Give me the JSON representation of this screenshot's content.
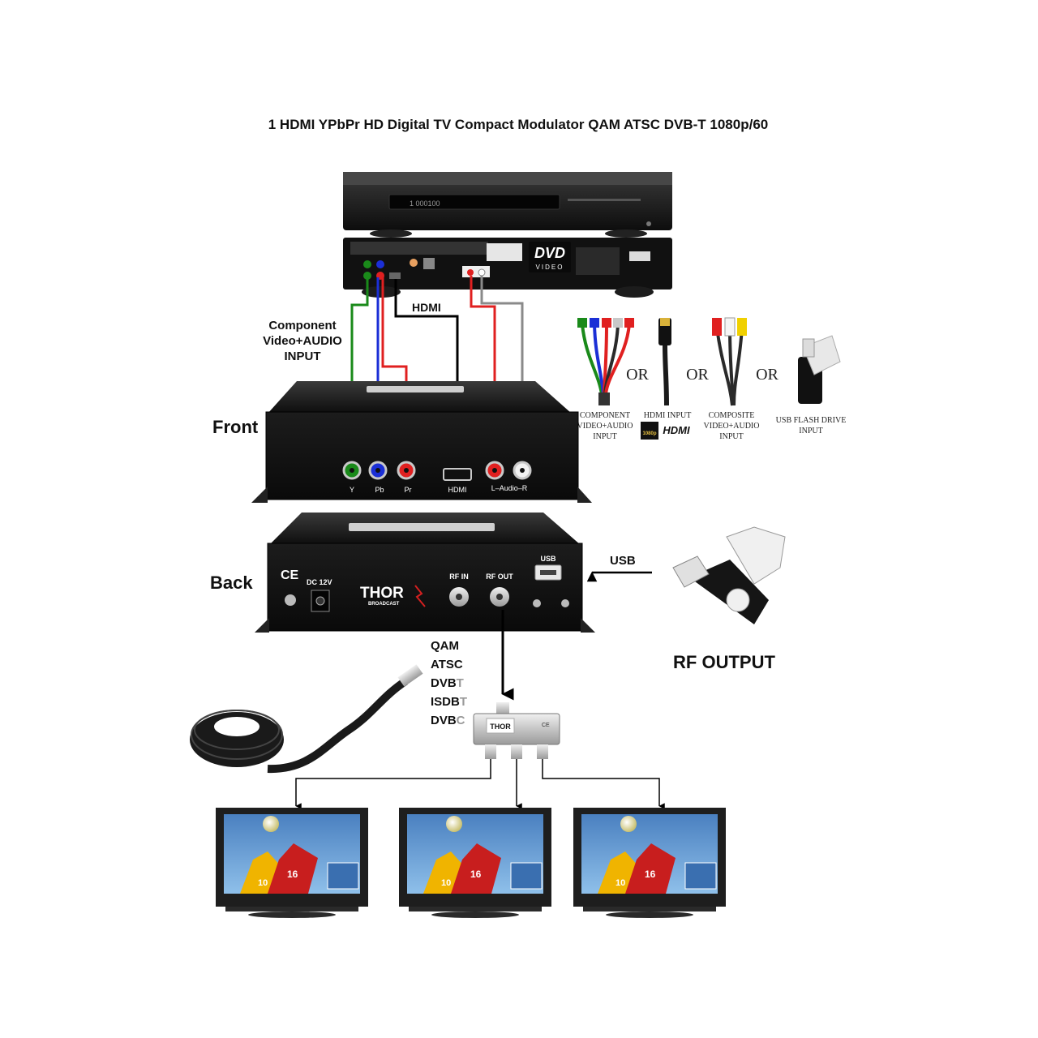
{
  "title": "1 HDMI YPbPr HD Digital TV Compact Modulator QAM ATSC DVB-T 1080p/60",
  "labels": {
    "hdmi_cable": "HDMI",
    "component_line1": "Component",
    "component_line2": "Video+AUDIO",
    "component_line3": "INPUT",
    "front": "Front",
    "back": "Back",
    "usb_arrow": "USB",
    "rf_output": "RF OUTPUT"
  },
  "dvd_player": {
    "display": "1 000100",
    "logo_line1": "DVD",
    "logo_line2": "VIDEO"
  },
  "input_options": [
    {
      "caption_lines": [
        "COMPONENT",
        "VIDEO+AUDIO",
        "INPUT"
      ]
    },
    {
      "caption_lines": [
        "HDMI INPUT"
      ],
      "logo": "HDMI",
      "badge": "1080p"
    },
    {
      "caption_lines": [
        "COMPOSITE",
        "VIDEO+AUDIO",
        "INPUT"
      ]
    },
    {
      "caption_lines": [
        "USB FLASH DRIVE",
        "INPUT"
      ]
    }
  ],
  "or_label": "OR",
  "front_panel": {
    "ports": [
      "Y",
      "Pb",
      "Pr",
      "HDMI",
      "L–Audio–R"
    ]
  },
  "back_panel": {
    "ce": "CE",
    "dc": "DC 12V",
    "brand": "THOR",
    "brand_sub": "BROADCAST",
    "rf_in": "RF IN",
    "rf_out": "RF OUT",
    "usb": "USB"
  },
  "standards": [
    {
      "main": "QAM",
      "tail": ""
    },
    {
      "main": "ATSC",
      "tail": ""
    },
    {
      "main": "DVB",
      "tail": "T"
    },
    {
      "main": "ISDB",
      "tail": "T"
    },
    {
      "main": "DVB",
      "tail": "C"
    }
  ],
  "splitter": {
    "brand": "THOR",
    "ce": "CE"
  },
  "tv": {
    "jersey_left": "10",
    "jersey_right": "16"
  },
  "colors": {
    "component_green": "#1a8a1a",
    "component_blue": "#1b2fd6",
    "component_red": "#e02020",
    "audio_white": "#8a8a8a",
    "device_black": "#161616",
    "thor_red": "#d42020"
  }
}
